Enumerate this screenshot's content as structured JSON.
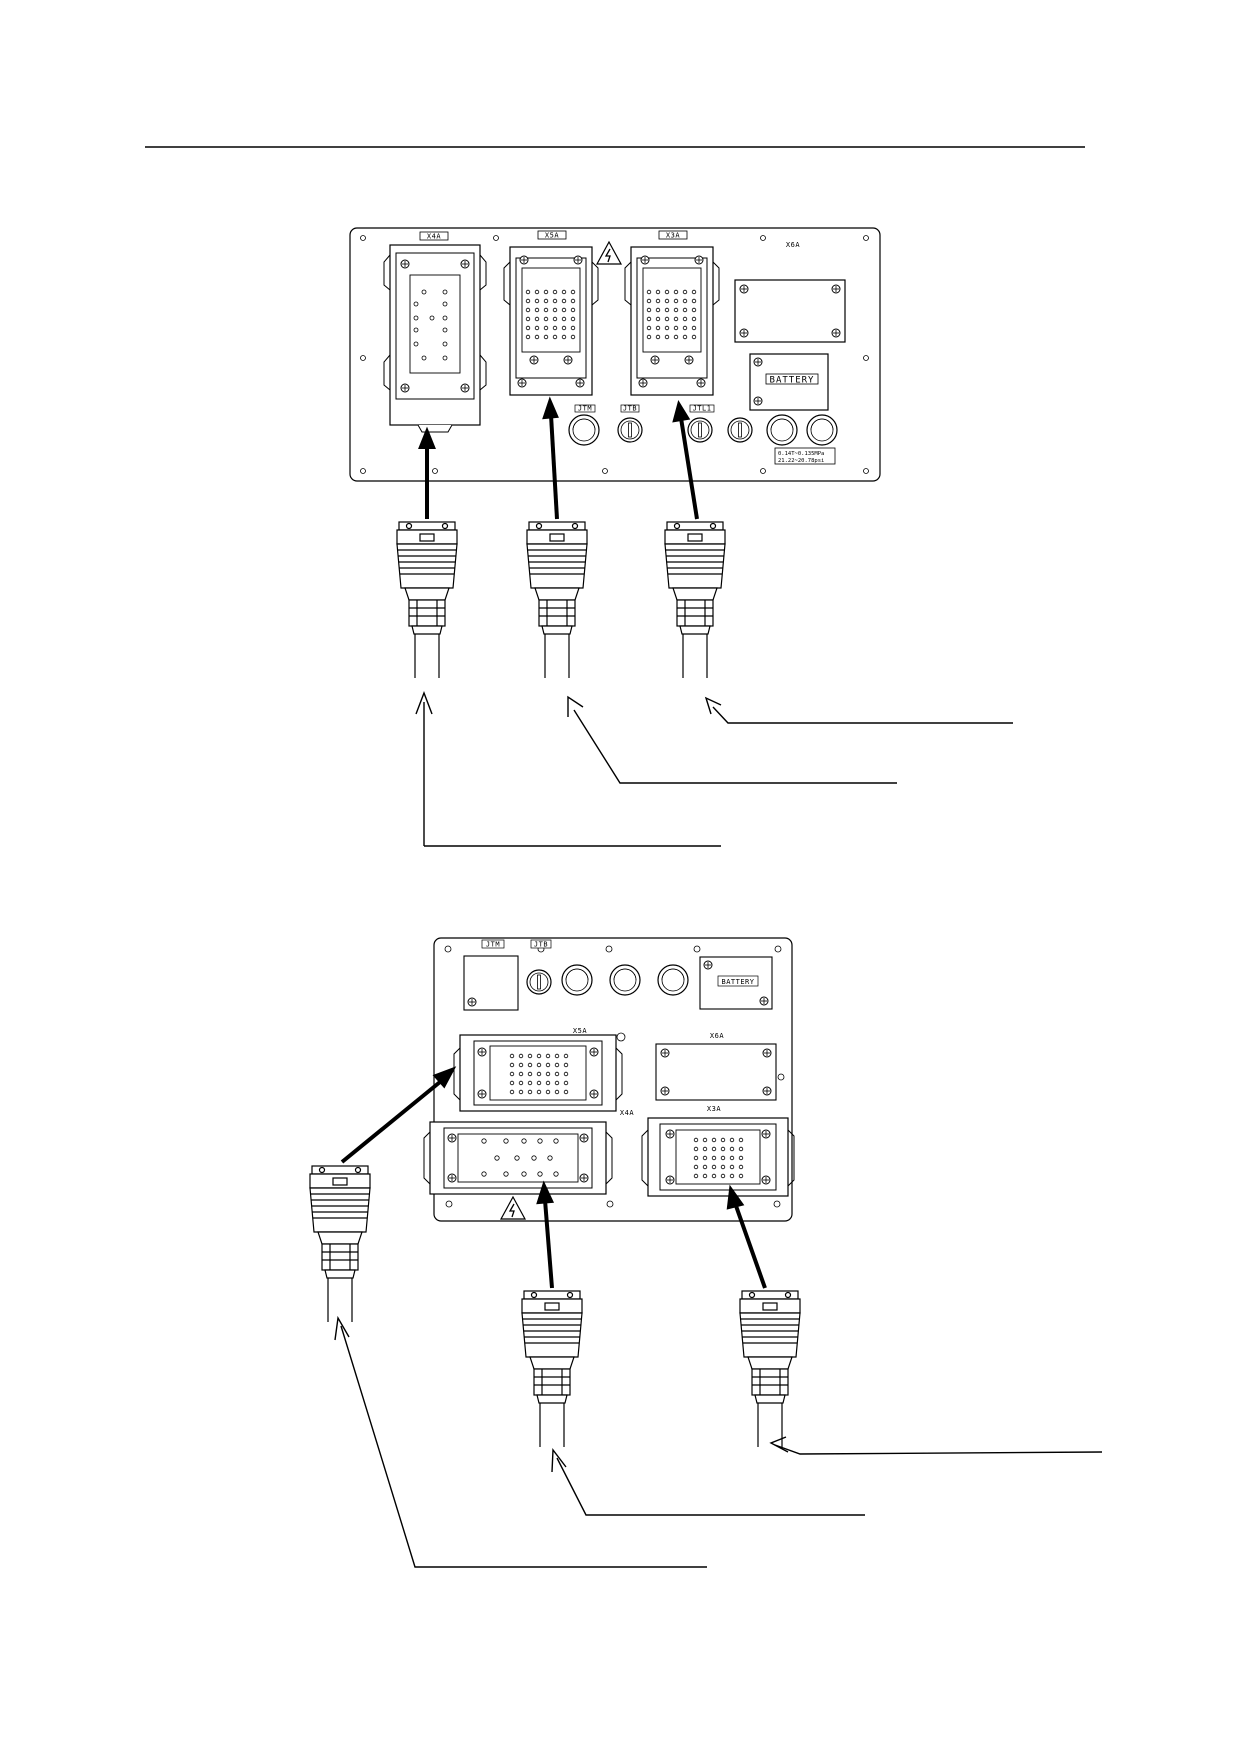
{
  "figure_top": {
    "labels": {
      "x4a": "X4A",
      "x5a": "X5A",
      "x3a": "X3A",
      "x6a": "X6A",
      "jtm": "JTM",
      "jtb": "JTB",
      "jtl": "JTL1",
      "battery": "BATTERY",
      "spec1": "0.14T~0.135MPa",
      "spec2": "21.22~20.78psi"
    }
  },
  "figure_bottom": {
    "labels": {
      "jtm": "JTM",
      "jtb": "JTB",
      "battery": "BATTERY",
      "x5a": "X5A",
      "x6a": "X6A",
      "x4a": "X4A",
      "x3a": "X3A"
    }
  },
  "colors": {
    "line": "#000000",
    "background": "#ffffff"
  },
  "icons": [
    "high-voltage-warning-icon",
    "screw-icon",
    "pressure-valve-icon",
    "cable-plug-icon"
  ]
}
